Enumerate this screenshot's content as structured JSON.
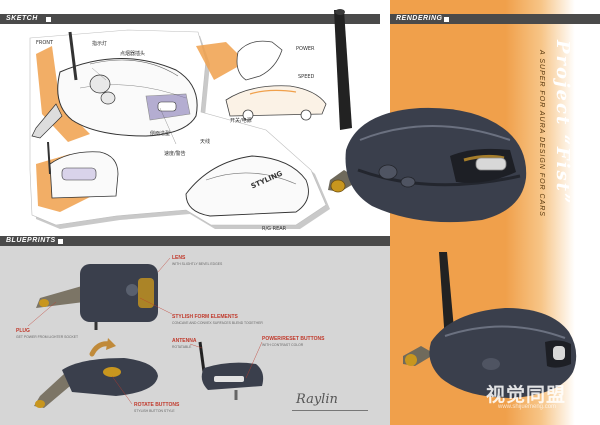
{
  "sections": {
    "sketch": "SKETCH",
    "rendering": "RENDERING",
    "blueprints": "BLUEPRINTS"
  },
  "title": {
    "main": "Project “Fist”",
    "subtitle": "A SUPER FOR AURA DESIGN FOR CARS"
  },
  "sketch_notes": {
    "power": "POWER",
    "speed": "SPEED",
    "front": "FRONT",
    "rear": "R/G REAR",
    "styling": "STYLING",
    "cn1": "指示灯",
    "cn2": "开关/电源",
    "cn3": "天线",
    "cn4": "速度/警告",
    "cn5": "侧面造型",
    "cn6": "点烟器插头"
  },
  "blueprint_labels": {
    "lens": "LENS",
    "lens_desc": "WITH SLIGHTLY BEVEL EDGES",
    "stylish": "STYLISH FORM ELEMENTS",
    "stylish_desc": "CONCAVE AND CONVEX SURFACES BLEND TOGETHER",
    "plug": "PLUG",
    "plug_desc": "GET POWER FROM LIGHTER SOCKET",
    "antenna": "ANTENNA",
    "antenna_desc": "ROTATABLE",
    "power": "POWER/RESET BUTTONS",
    "power_desc": "WITH CONTRAST COLOR",
    "rotate": "ROTATE BUTTONS",
    "rotate_desc": "STYLISH BUTTON STYLE",
    "signature": "Raylin"
  },
  "watermark": {
    "text": "视觉同盟",
    "url": "www.shijuemeng.com"
  },
  "colors": {
    "orange": "#f0a04b",
    "header": "#4a4a4a",
    "device": "#3a3f4c",
    "accent": "#c8961e"
  }
}
